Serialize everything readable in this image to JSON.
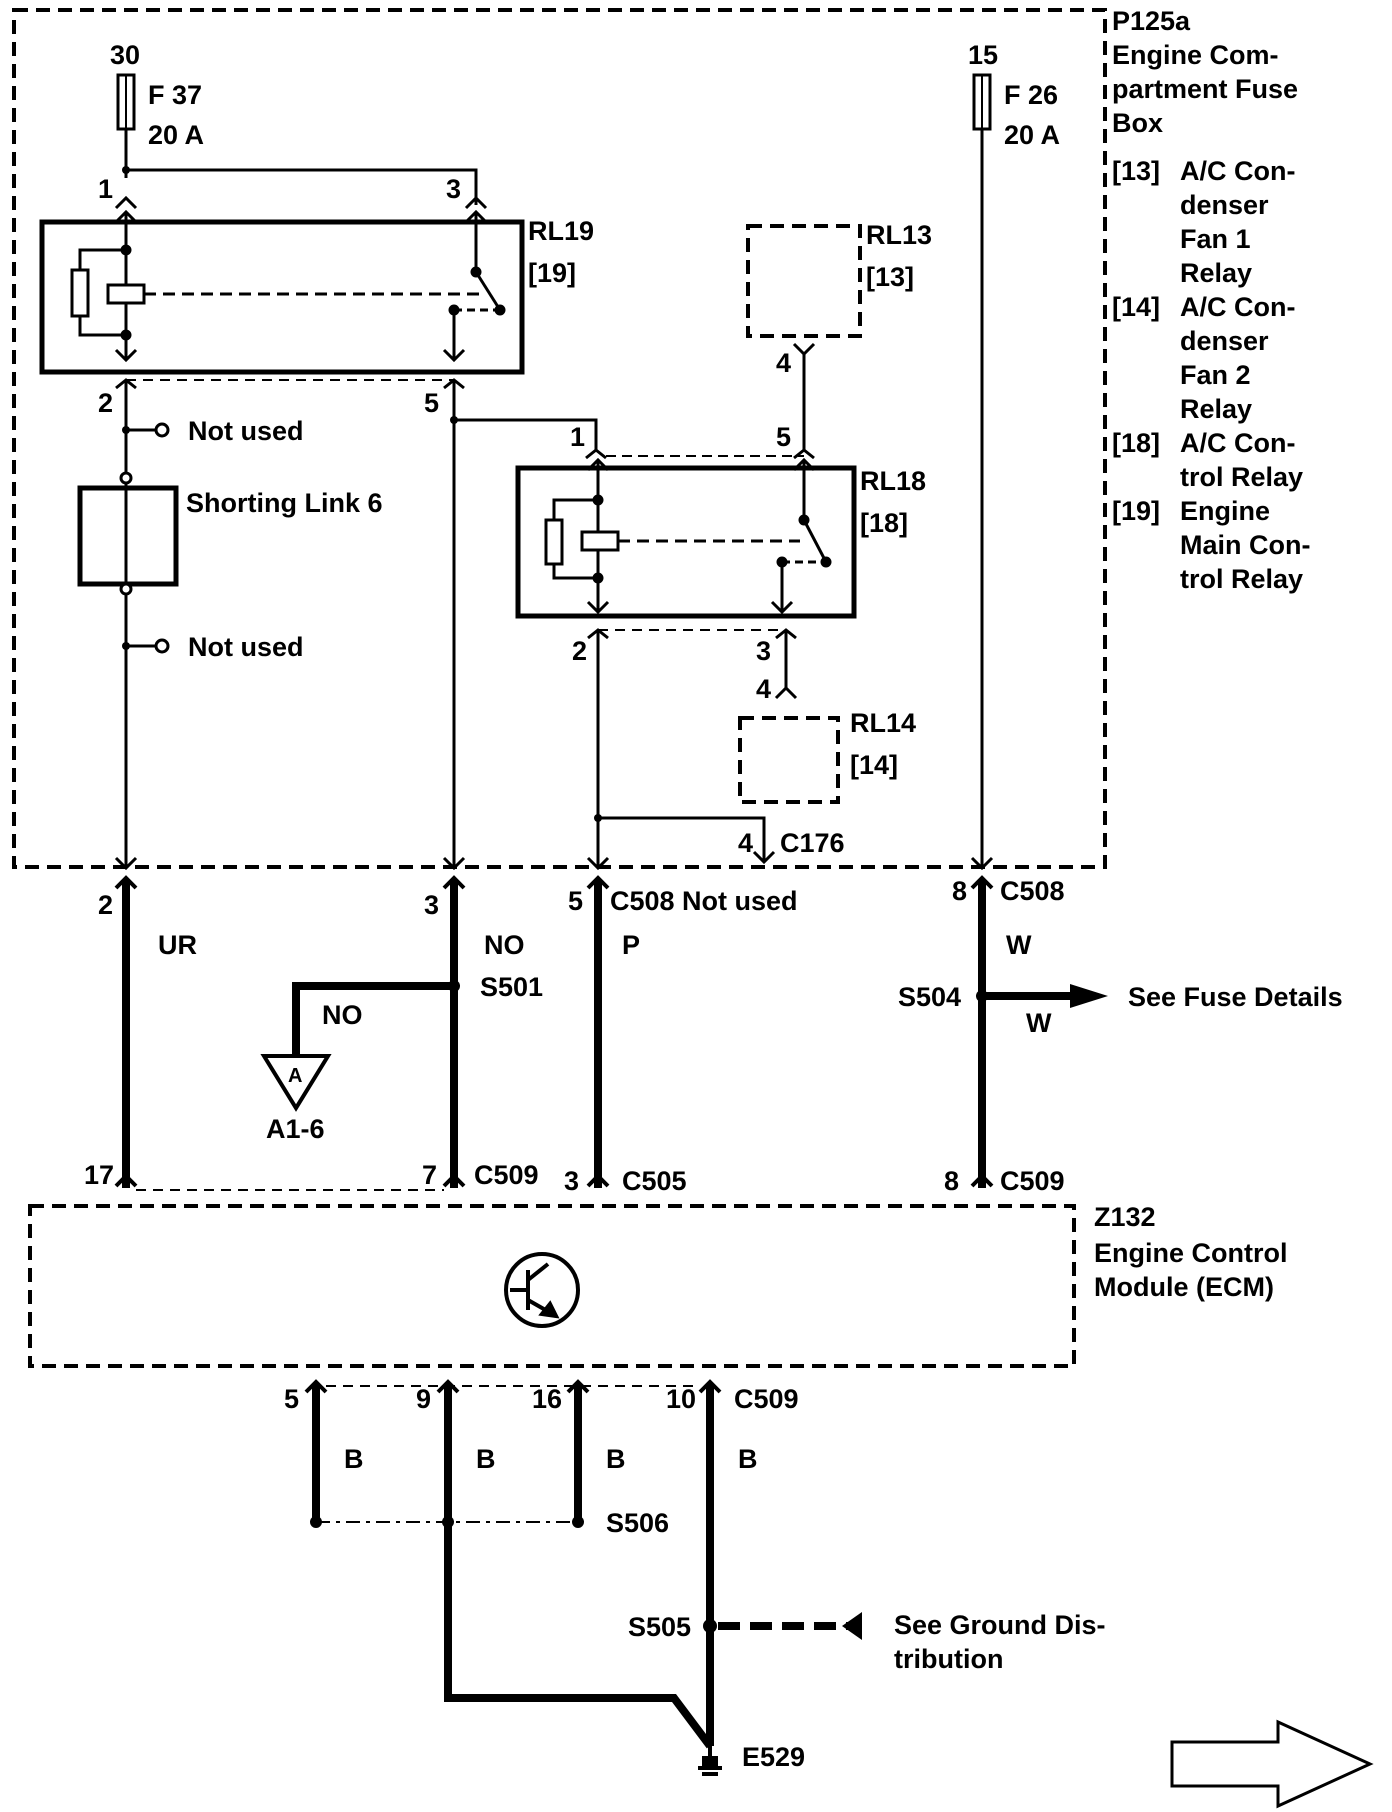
{
  "fusebox": {
    "id": "P125a",
    "desc": [
      "Engine Com-",
      "partment Fuse",
      "Box"
    ],
    "legend": [
      {
        "code": "[13]",
        "lines": [
          "A/C Con-",
          "denser",
          "Fan 1",
          "Relay"
        ]
      },
      {
        "code": "[14]",
        "lines": [
          "A/C Con-",
          "denser",
          "Fan 2",
          "Relay"
        ]
      },
      {
        "code": "[18]",
        "lines": [
          "A/C Con-",
          "trol Relay"
        ]
      },
      {
        "code": "[19]",
        "lines": [
          "Engine",
          "Main Con-",
          "trol Relay"
        ]
      }
    ]
  },
  "fuses": [
    {
      "feed": "30",
      "name": "F 37",
      "rating": "20 A"
    },
    {
      "feed": "15",
      "name": "F 26",
      "rating": "20 A"
    }
  ],
  "relays": {
    "rl19": {
      "name": "RL19",
      "code": "[19]"
    },
    "rl13": {
      "name": "RL13",
      "code": "[13]"
    },
    "rl18": {
      "name": "RL18",
      "code": "[18]"
    },
    "rl14": {
      "name": "RL14",
      "code": "[14]"
    }
  },
  "pins": {
    "rl19_1": "1",
    "rl19_3": "3",
    "rl19_2": "2",
    "rl19_5": "5",
    "rl13_4": "4",
    "rl18_1": "1",
    "rl18_5": "5",
    "rl18_2": "2",
    "rl18_3": "3",
    "rl14_4": "4",
    "c176_pin": "4",
    "c508_2": "2",
    "c508_3": "3",
    "c508_5": "5",
    "c508_8": "8",
    "c509_17": "17",
    "c509_7": "7",
    "c505_3": "3",
    "c509_8": "8",
    "gnd_5": "5",
    "gnd_9": "9",
    "gnd_16": "16",
    "gnd_10": "10"
  },
  "labels": {
    "not_used": "Not used",
    "shorting_link": "Shorting Link 6",
    "c176": "C176",
    "c508": "C508",
    "c508_not_used": "C508  Not used",
    "c509": "C509",
    "c505": "C505",
    "s501": "S501",
    "s504": "S504",
    "s505": "S505",
    "s506": "S506",
    "e529": "E529",
    "conn_a": "A",
    "conn_a_ref": "A1-6",
    "see_fuse": "See Fuse Details",
    "see_ground": [
      "See Ground Dis-",
      "tribution"
    ]
  },
  "wires": {
    "ur": "UR",
    "no": "NO",
    "no_branch": "NO",
    "p": "P",
    "w": "W",
    "w2": "W",
    "b1": "B",
    "b2": "B",
    "b3": "B",
    "b4": "B"
  },
  "ecm": {
    "id": "Z132",
    "desc": [
      "Engine Control",
      "Module (ECM)"
    ]
  }
}
